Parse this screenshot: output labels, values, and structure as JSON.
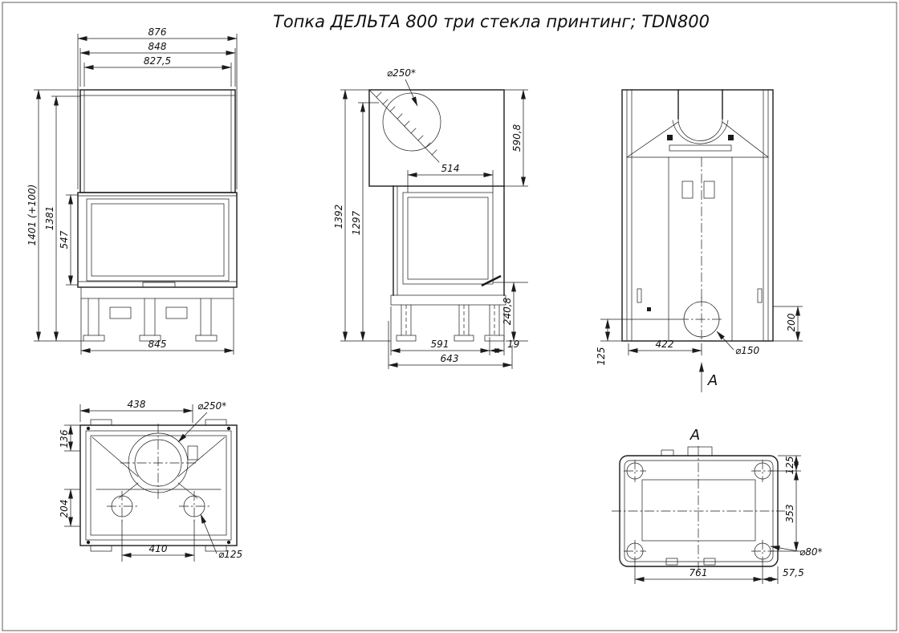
{
  "title": "Топка ДЕЛЬТА 800 три стекла принтинг; TDN800",
  "views": {
    "front": {
      "dim_overall_width": "876",
      "dim_casing_width": "848",
      "dim_inner_width": "827,5",
      "dim_total_height": "1401 (+100)",
      "dim_body_height": "1381",
      "dim_glass_height": "547",
      "dim_base_width": "845"
    },
    "side": {
      "dim_flue_diameter": "⌀250*",
      "dim_hood_height": "590,8",
      "dim_side_glass_width": "514",
      "dim_total_height": "1392",
      "dim_body_height": "1297",
      "dim_base_height": "240,8",
      "dim_rear_gap": "19",
      "dim_depth": "591",
      "dim_total_depth": "643"
    },
    "rear": {
      "dim_outlet_height": "200",
      "dim_outlet_offset": "125",
      "dim_outlet_x": "422",
      "dim_outlet_diameter": "⌀150",
      "section_arrow_label": "A"
    },
    "top": {
      "dim_flue_center": "438",
      "dim_flue_diameter": "⌀250*",
      "dim_front_offset": "136",
      "dim_rear_offset": "204",
      "dim_duct_spacing": "410",
      "dim_duct_diameter": "⌀125"
    },
    "bottom": {
      "section_label": "A",
      "dim_hole_top_offset": "125",
      "dim_hole_spacing_y": "353",
      "dim_hole_diameter": "⌀80*",
      "dim_hole_spacing_x": "761",
      "dim_hole_side_offset": "57,5"
    }
  }
}
